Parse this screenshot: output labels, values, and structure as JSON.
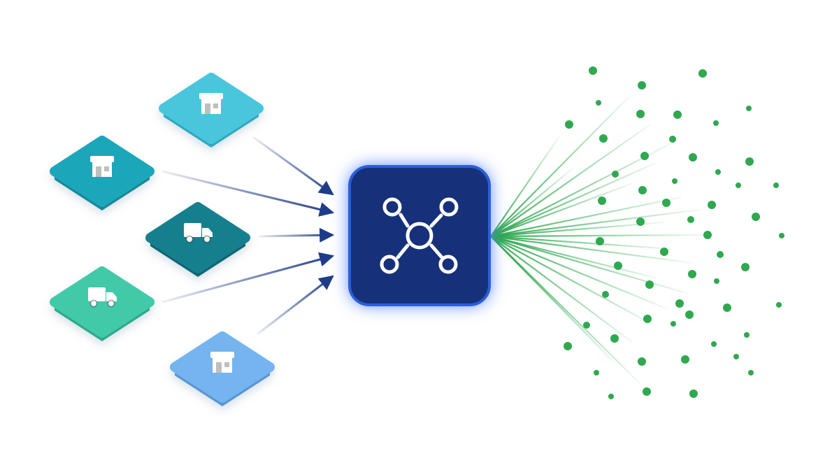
{
  "diagram": {
    "sources": [
      {
        "id": "store-1",
        "kind": "store",
        "icon": "store-icon",
        "color": "#4ac6dc",
        "shade": "#2ea9c2"
      },
      {
        "id": "store-2",
        "kind": "store",
        "icon": "store-icon",
        "color": "#1aa6b9",
        "shade": "#13889b"
      },
      {
        "id": "truck-1",
        "kind": "truck",
        "icon": "truck-icon",
        "color": "#177f8e",
        "shade": "#0f6673"
      },
      {
        "id": "truck-2",
        "kind": "truck",
        "icon": "truck-icon",
        "color": "#42c9a8",
        "shade": "#2ba98b"
      },
      {
        "id": "store-3",
        "kind": "store",
        "icon": "store-icon",
        "color": "#74b4ee",
        "shade": "#5796d3"
      }
    ],
    "hub": {
      "icon": "network-hub-icon",
      "fill": "#17307a",
      "border": "#2a5fd8",
      "glow": "#4f7dff"
    },
    "arrow_color": "#1f3c88",
    "fanout_color": "#2fa84f",
    "dot_color": "#2fa84f"
  }
}
